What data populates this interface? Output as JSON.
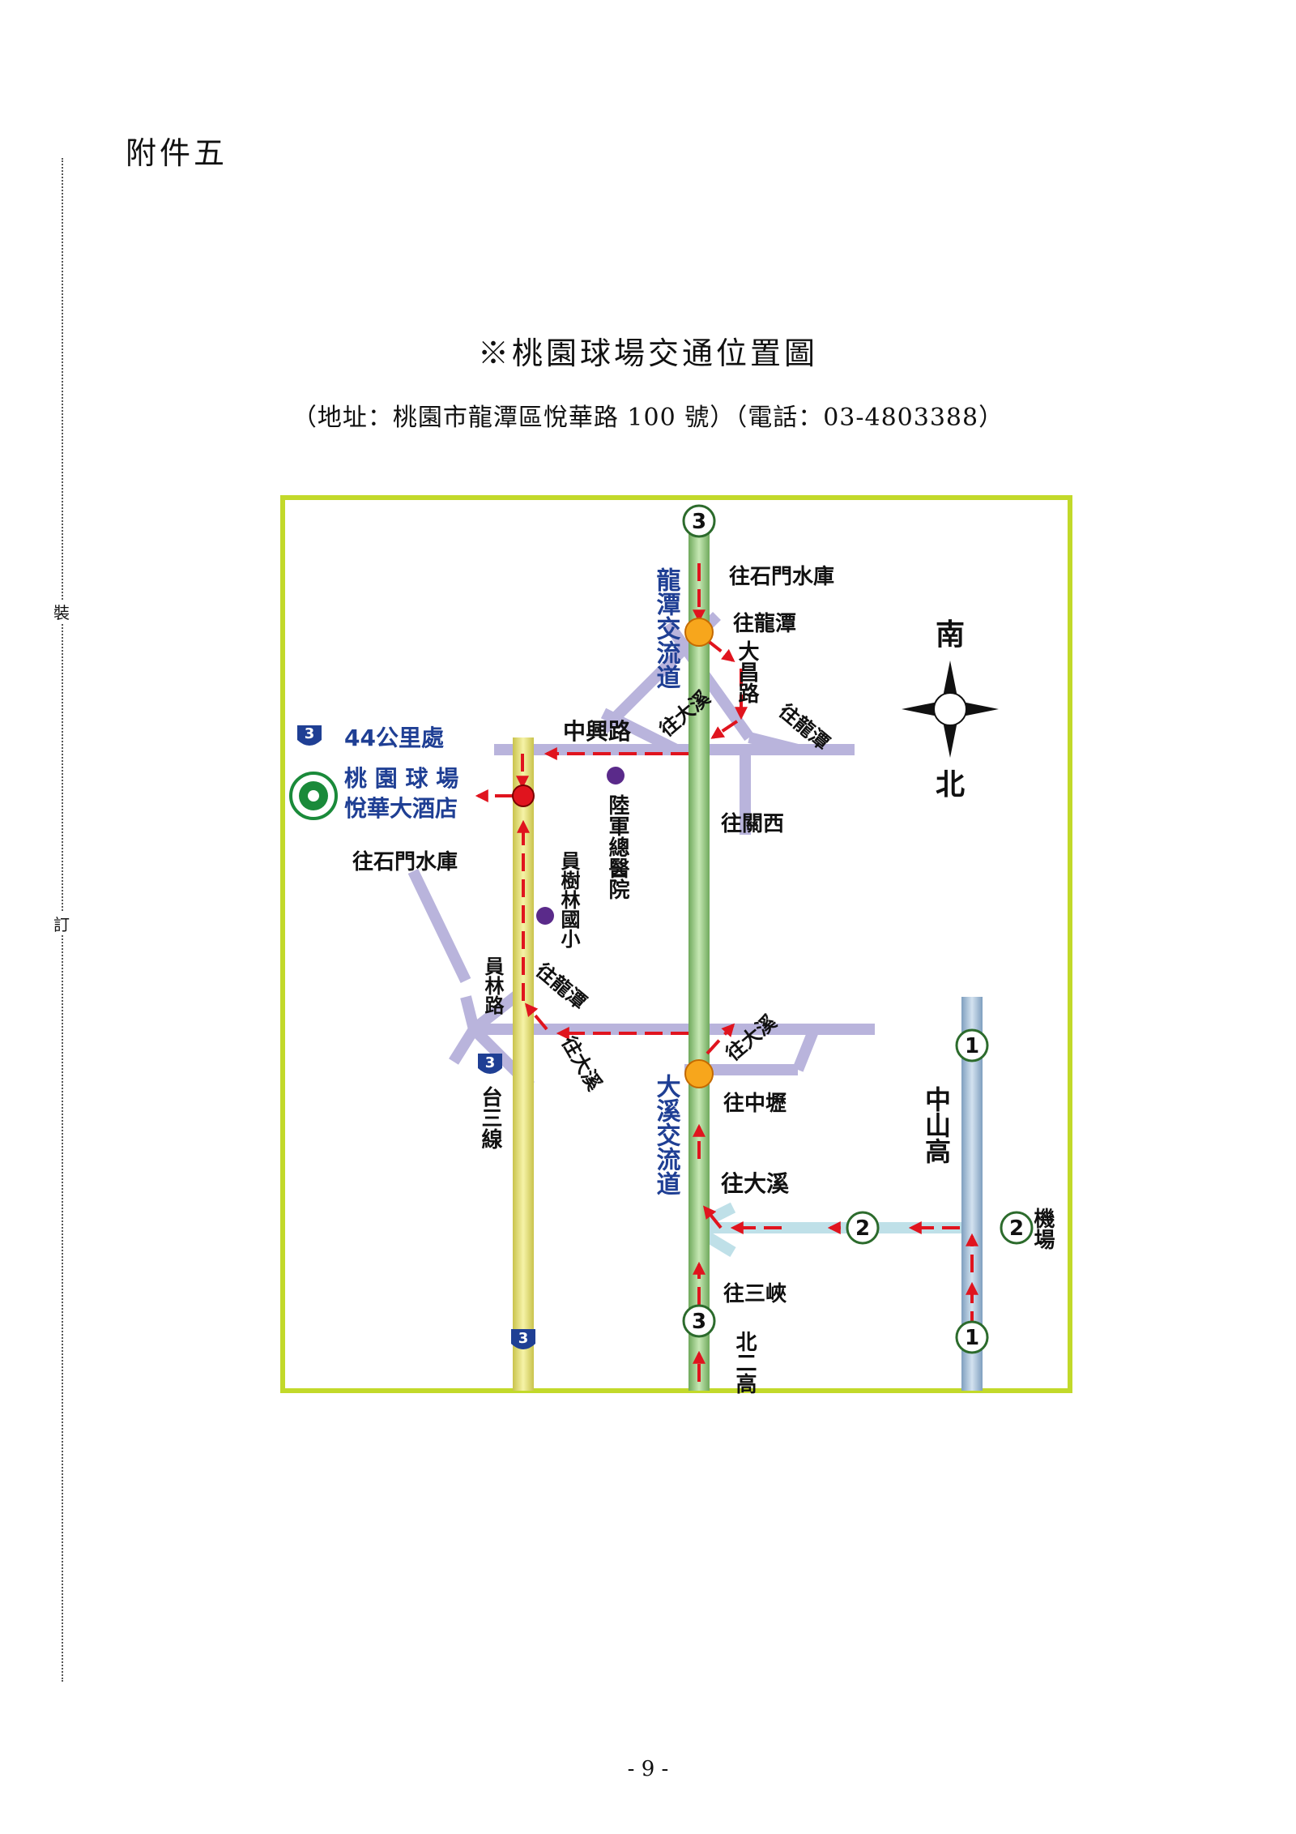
{
  "document": {
    "attachment_label": "附件五",
    "title": "※桃園球場交通位置圖",
    "address": "（地址：桃園市龍潭區悅華路 100 號）（電話：03-4803388）",
    "page_number": "- 9 -",
    "binding_marks": [
      "裝",
      "訂"
    ]
  },
  "map": {
    "colors": {
      "border": "#c2d92a",
      "freeway3": "#9ccd8a",
      "freeway1": "#9fbad4",
      "provincial3": "#e6e27e",
      "local_road": "#b9b4dc",
      "ramp": "#bfe0e8",
      "arrow": "#e0141e",
      "interchange": "#f7a61c",
      "destination": "#e0141e",
      "landmark": "#5a2a8a",
      "label_blue": "#1f3f94"
    },
    "labels": {
      "longtan_interchange": "龍潭交流道",
      "daxi_interchange": "大溪交流道",
      "to_shimen_reservoir_top": "往石門水庫",
      "to_longtan_top": "往龍潭",
      "dachang_road": "大昌路",
      "to_longtan_right": "往龍潭",
      "to_daxi_top": "往大溪",
      "zhongxing_road": "中興路",
      "to_guanxi": "往關西",
      "army_hospital": "陸軍總醫院",
      "km44": "44公里處",
      "stadium_line1": "桃 園 球 場",
      "stadium_line2": "悅華大酒店",
      "to_shimen_reservoir_left": "往石門水庫",
      "yuanshulin_elementary": "員樹林國小",
      "yuanlin_road": "員林路",
      "to_longtan_lower": "往龍潭",
      "to_daxi_lower": "往大溪",
      "tai3_line": "台三線",
      "to_daxi_mid": "往大溪",
      "to_zhongli": "往中壢",
      "to_daxi_bottom": "往大溪",
      "to_sanxia": "往三峽",
      "north_second_freeway": "北二高",
      "sun_yat_sen_freeway": "中山高",
      "airport": "機場",
      "compass_south": "南",
      "compass_north": "北"
    },
    "shields": {
      "freeway3_top": "3",
      "freeway3_bottom": "3",
      "freeway1_top": "1",
      "freeway1_bottom": "1",
      "freeway2_mid": "2",
      "freeway2_right": "2",
      "provincial3_km": "3",
      "provincial3_side": "3",
      "provincial3_bottom": "3"
    },
    "icons": [
      "stadium-logo-icon",
      "compass-rose-icon",
      "freeway-shield-icon",
      "provincial-shield-icon"
    ]
  }
}
